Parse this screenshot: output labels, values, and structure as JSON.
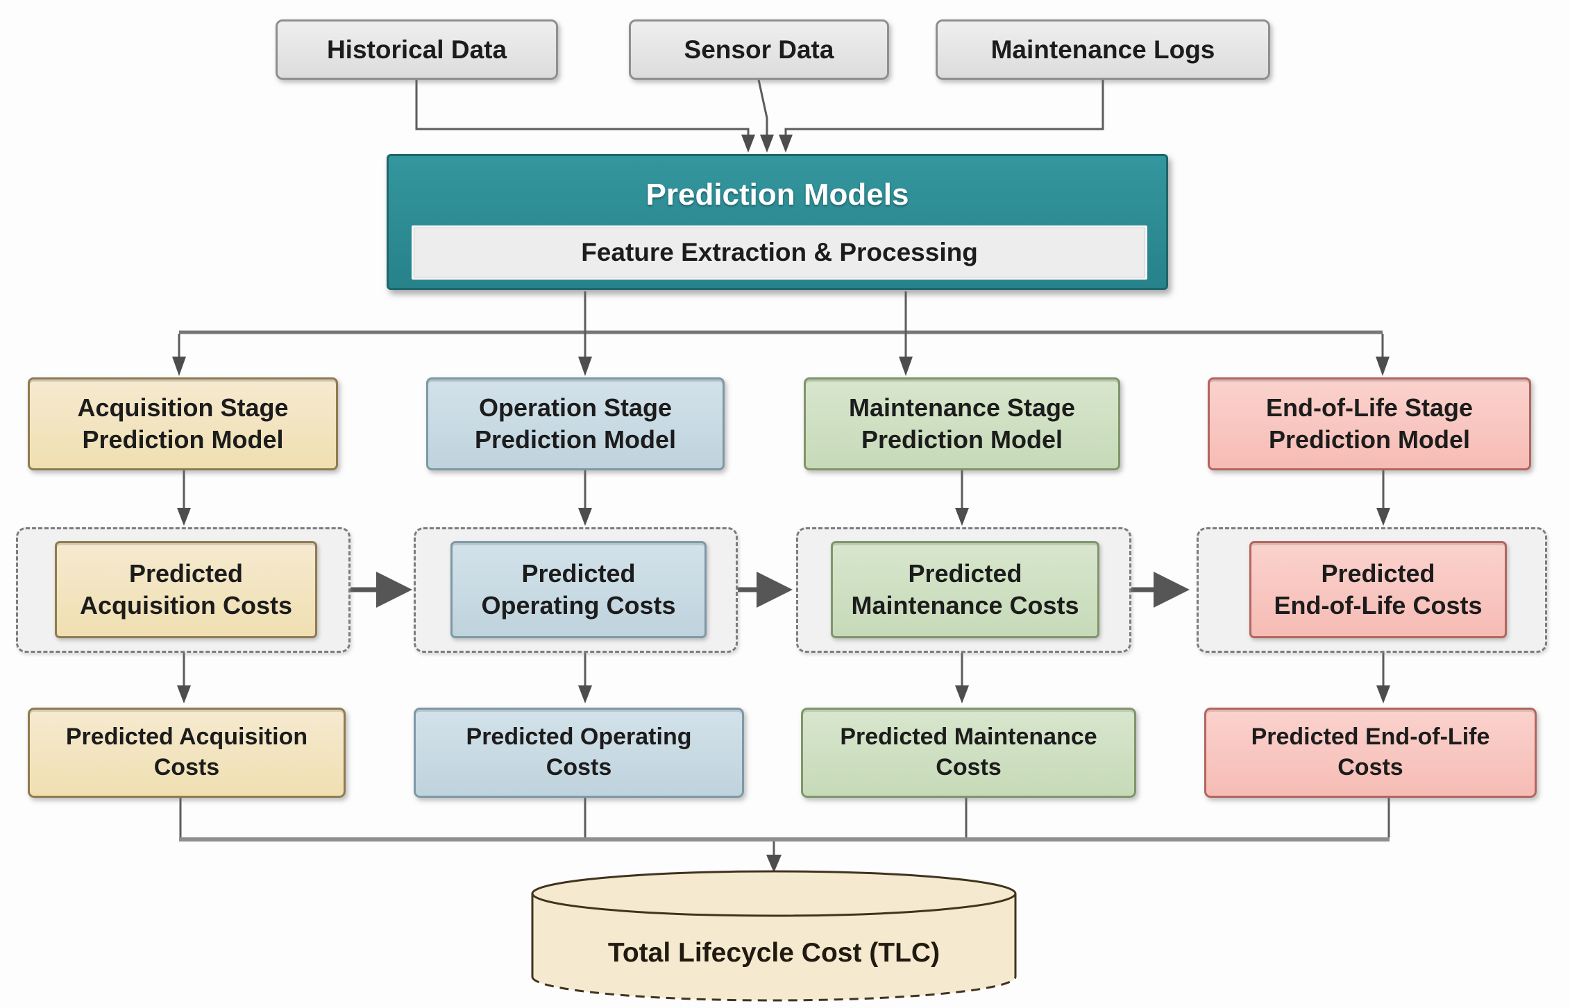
{
  "sources": [
    {
      "label": "Historical Data"
    },
    {
      "label": "Sensor Data"
    },
    {
      "label": "Maintenance Logs"
    }
  ],
  "prediction_models": {
    "title": "Prediction Models",
    "feature_box": "Feature Extraction & Processing"
  },
  "stages": [
    {
      "name": "acquisition",
      "model_label": "Acquisition Stage\nPrediction Model",
      "predicted_label": "Predicted\nAcquisition Costs",
      "output_label": "Predicted Acquisition\nCosts",
      "fill": "#F2E3BC",
      "border": "#8F7B50"
    },
    {
      "name": "operation",
      "model_label": "Operation Stage\nPrediction Model",
      "predicted_label": "Predicted\nOperating Costs",
      "output_label": "Predicted Operating\nCosts",
      "fill": "#C7D9E2",
      "border": "#7E98A6"
    },
    {
      "name": "maintenance",
      "model_label": "Maintenance Stage\nPrediction Model",
      "predicted_label": "Predicted\nMaintenance Costs",
      "output_label": "Predicted Maintenance\nCosts",
      "fill": "#CEDFC2",
      "border": "#7E9669"
    },
    {
      "name": "end-of-life",
      "model_label": "End-of-Life Stage\nPrediction Model",
      "predicted_label": "Predicted\nEnd-of-Life Costs",
      "output_label": "Predicted End-of-Life\nCosts",
      "fill": "#F8C6C0",
      "border": "#B4655D"
    }
  ],
  "output_store": {
    "label": "Total Lifecycle Cost (TLC)",
    "fill": "#F5E9CF",
    "border": "#40331F"
  },
  "colors": {
    "prediction_header_fill": "#2E8F96",
    "prediction_header_border": "#1D666C",
    "source_fill": "#E5E5E5",
    "source_border": "#8F8F8F",
    "dashed_group_fill": "#F1F1F1",
    "dashed_group_border": "#7C7C7C",
    "connector": "#5C5C5C",
    "text": "#1C1C1C"
  }
}
